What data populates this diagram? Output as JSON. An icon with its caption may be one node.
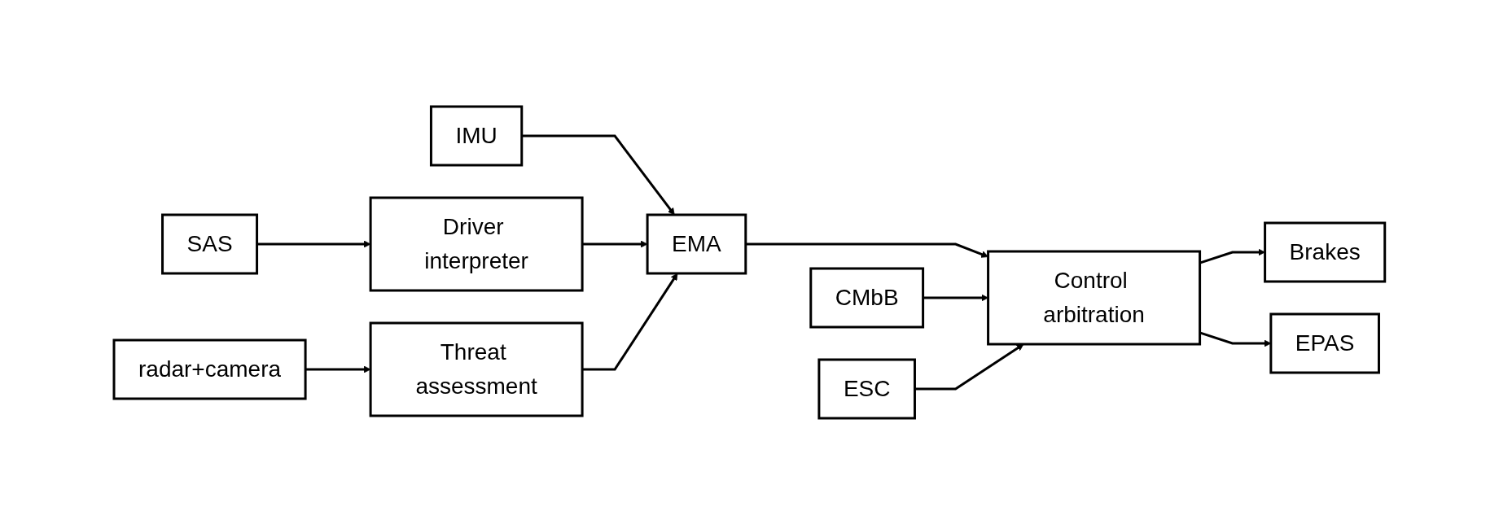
{
  "diagram": {
    "nodes": [
      {
        "text": [
          "IMU"
        ]
      },
      {
        "text": [
          "EMA"
        ]
      },
      {
        "text": [
          "SAS"
        ]
      },
      {
        "text": [
          "Driver interpreter"
        ]
      },
      {
        "text": [
          "CMbB"
        ]
      },
      {
        "text": [
          "Control arbitration"
        ]
      },
      {
        "text": [
          "radar+camera"
        ]
      },
      {
        "text": [
          "Threat assessment"
        ]
      },
      {
        "text": [
          "ESC"
        ]
      },
      {
        "text": [
          "Brakes"
        ]
      },
      {
        "text": [
          "EPAS"
        ]
      }
    ],
    "edges": [
      {
        "from": 0,
        "to": 1,
        "arrow": "to"
      },
      {
        "from": 3,
        "to": 1,
        "arrow": "to"
      },
      {
        "from": 7,
        "to": 1,
        "arrow": "to"
      },
      {
        "from": 2,
        "to": 3,
        "arrow": "to"
      },
      {
        "from": 6,
        "to": 7,
        "arrow": "to"
      },
      {
        "from": 1,
        "to": 5,
        "arrow": "to"
      },
      {
        "from": 4,
        "to": 5,
        "arrow": "to"
      },
      {
        "from": 8,
        "to": 5,
        "arrow": "to"
      },
      {
        "from": 5,
        "to": 9,
        "arrow": "to"
      },
      {
        "from": 5,
        "to": 10,
        "arrow": "to"
      }
    ]
  }
}
